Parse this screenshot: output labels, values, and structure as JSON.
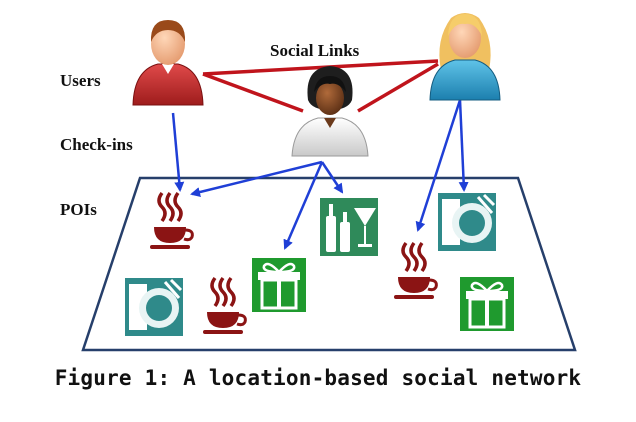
{
  "labels": {
    "users": "Users",
    "social_links": "Social Links",
    "check_ins": "Check-ins",
    "pois": "POIs"
  },
  "caption": "Figure 1: A location-based social network",
  "colors": {
    "social_link": "#c0141c",
    "check_in_arrow": "#1f3fd6",
    "region_border": "#263f6b",
    "coffee": "#8b1414",
    "gift": "#1f9a2e",
    "dining": "#2f8a8a",
    "nightlife": "#2f8a5a"
  },
  "icons": {
    "users": [
      "user-red-male-icon",
      "user-dark-female-icon",
      "user-blue-female-icon"
    ],
    "pois": [
      "coffee-icon",
      "coffee-icon",
      "coffee-icon",
      "gift-icon",
      "gift-icon",
      "dining-icon",
      "dining-icon",
      "nightlife-icon"
    ]
  }
}
